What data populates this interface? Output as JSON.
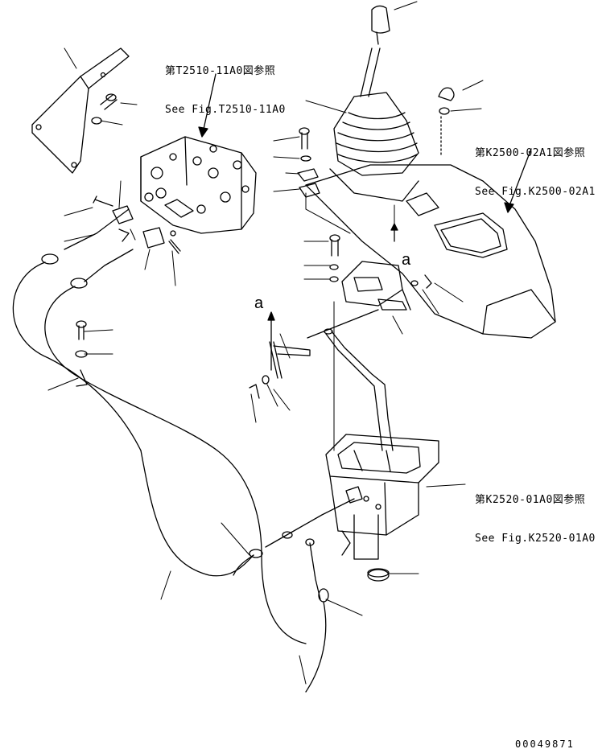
{
  "references": {
    "valve": {
      "line1": "第T2510-11A0図参照",
      "line2": "See Fig.T2510-11A0"
    },
    "cover": {
      "line1": "第K2500-02A1図参照",
      "line2": "See Fig.K2500-02A1"
    },
    "lever_box": {
      "line1": "第K2520-01A0図参照",
      "line2": "See Fig.K2520-01A0"
    }
  },
  "markers": {
    "a_upper": "a",
    "a_lower": "a"
  },
  "drawing_number": "00049871"
}
